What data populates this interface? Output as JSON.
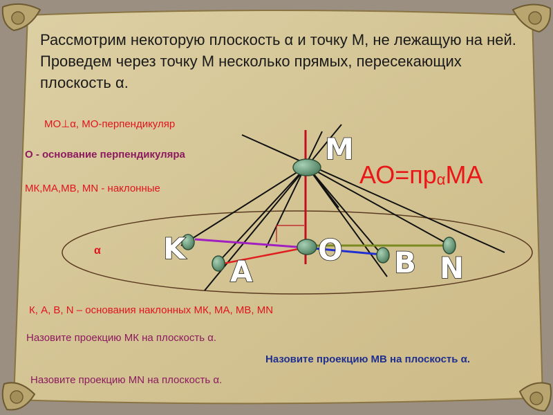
{
  "slide": {
    "intro": "Рассмотрим некоторую плоскость α и точку М, не лежащую на ней. Проведем через точку М несколько прямых, пересекающих плоскость α.",
    "mo_perp": "МО⊥α, МО-перпендикуляр",
    "o_base": "О - основание перпендикуляра",
    "inclined": "МК,МА,МВ, MN - наклонные",
    "formula": {
      "main": "АО=пр",
      "sub": "α",
      "tail": "МА"
    },
    "plane_alpha": "α",
    "bases": "К, А, В, N – основания наклонных МК, МА, МВ, MN",
    "q_mk": "Назовите проекцию МК на плоскость α.",
    "q_mb": "Назовите проекцию МВ на плоскость α.",
    "q_mn": "Назовите проекцию MN на плоскость α."
  },
  "diagram": {
    "labels": {
      "M": "M",
      "K": "K",
      "A": "A",
      "O": "O",
      "B": "B",
      "N": "N"
    }
  },
  "colors": {
    "background": "#9a8f80",
    "parchment": "#d8c99a",
    "perpendicular": "#c01020",
    "proj_k": "#a020c0",
    "proj_a": "#e02020",
    "proj_b": "#2030d0",
    "proj_n": "#7a8a20",
    "point": "#6f9c7f"
  }
}
